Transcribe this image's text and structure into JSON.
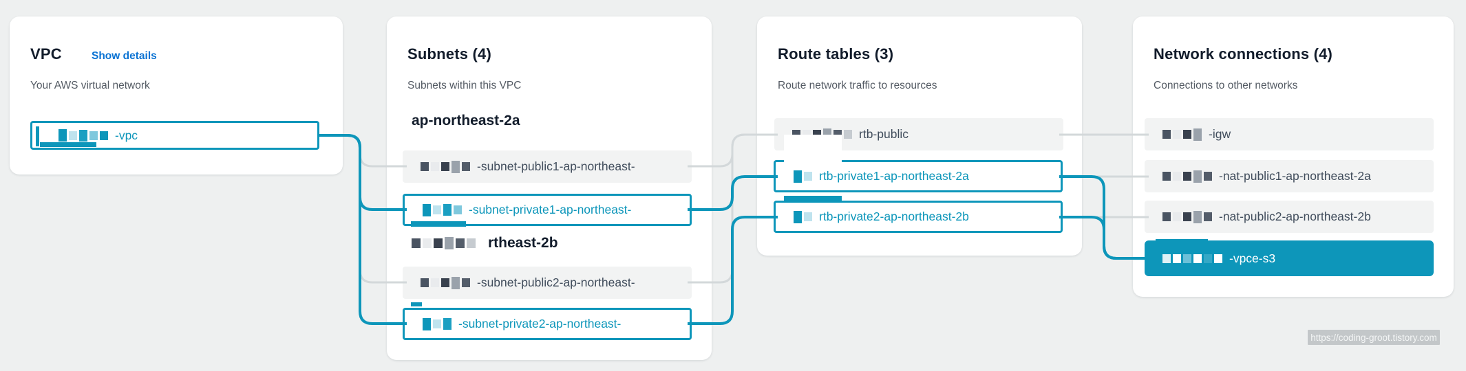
{
  "colors": {
    "accent": "#0d96ba",
    "link_blue": "#0972d3",
    "line_gray": "#d3d8da",
    "pill_bg": "#f2f3f3",
    "text_dark": "#121c2b",
    "text_gray": "#545b64"
  },
  "columns": [
    {
      "id": "vpc",
      "title": "VPC",
      "link": "Show details",
      "description": "Your AWS virtual network",
      "items": [
        {
          "label": "-vpc",
          "state": "selected"
        }
      ]
    },
    {
      "id": "subnets",
      "title": "Subnets (4)",
      "description": "Subnets within this VPC",
      "groups": [
        {
          "heading": "ap-northeast-2a",
          "items": [
            {
              "label": "-subnet-public1-ap-northeast-",
              "state": "plain"
            },
            {
              "label": "-subnet-private1-ap-northeast-",
              "state": "selected"
            }
          ]
        },
        {
          "heading": "rtheast-2b",
          "items": [
            {
              "label": "-subnet-public2-ap-northeast-",
              "state": "plain"
            },
            {
              "label": "-subnet-private2-ap-northeast-",
              "state": "selected"
            }
          ]
        }
      ]
    },
    {
      "id": "route-tables",
      "title": "Route tables (3)",
      "description": "Route network traffic to resources",
      "items": [
        {
          "label": "rtb-public",
          "state": "plain"
        },
        {
          "label": "rtb-private1-ap-northeast-2a",
          "state": "selected"
        },
        {
          "label": "rtb-private2-ap-northeast-2b",
          "state": "selected"
        }
      ]
    },
    {
      "id": "network-connections",
      "title": "Network connections (4)",
      "description": "Connections to other networks",
      "items": [
        {
          "label": "-igw",
          "state": "plain"
        },
        {
          "label": "-nat-public1-ap-northeast-2a",
          "state": "plain"
        },
        {
          "label": "-nat-public2-ap-northeast-2b",
          "state": "plain"
        },
        {
          "label": "-vpce-s3",
          "state": "filled"
        }
      ]
    }
  ],
  "watermark": {
    "text": "https://coding-groot.tistory.com"
  }
}
